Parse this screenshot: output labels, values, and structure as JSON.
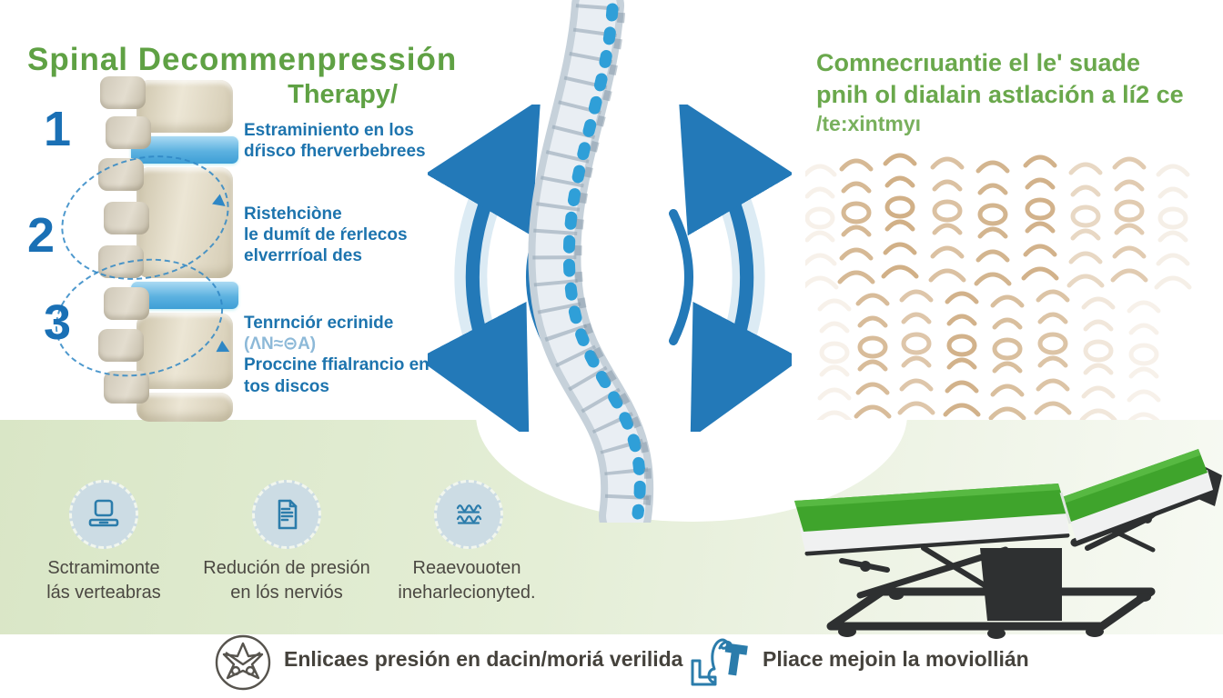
{
  "title": {
    "line1": "Spinal Decommenpressión",
    "line2": "Therapy/"
  },
  "left_steps": [
    {
      "number": "1",
      "lines": [
        "Estraminiento en los",
        "dŕisco fherverbebrees"
      ]
    },
    {
      "number": "2",
      "lines": [
        "Ristehciòne",
        "le dumít de ŕerlecos",
        "elverrríoal des"
      ]
    },
    {
      "number": "3",
      "lines": [
        "Tenrnciór ecrinide",
        "(ΛN≈⊝A)",
        "Proccine ffialrancio en",
        "tos discos"
      ]
    }
  ],
  "right_text": {
    "line1": "Comnecrıuantie el le' suade",
    "line2": "pnih ol dialain astlación a lí2 ce",
    "line3": "/te:xintmyı"
  },
  "benefits": [
    {
      "icon": "laptop-icon",
      "line1": "Sctramimonte",
      "line2": "lás verteabras"
    },
    {
      "icon": "document-icon",
      "line1": "Redución de presión",
      "line2": "en lós nerviós"
    },
    {
      "icon": "waves-icon",
      "line1": "Reaevouoten",
      "line2": "ineharlecionyted."
    }
  ],
  "footer": [
    {
      "icon": "star-icon",
      "text": "Enlicaes presión en dacin/moriá verilida"
    },
    {
      "icon": "scroll-t-icon",
      "text": "Pliace mejoin la moviollián"
    }
  ],
  "colors": {
    "title_green": "#5fa144",
    "text_blue": "#1d74ae",
    "arrow_blue": "#2379b8",
    "panel_green": "#e0ebd0",
    "mattress_green": "#3fa42c",
    "frame_dark": "#2e3031",
    "sketch_tan": "#b5803f"
  }
}
